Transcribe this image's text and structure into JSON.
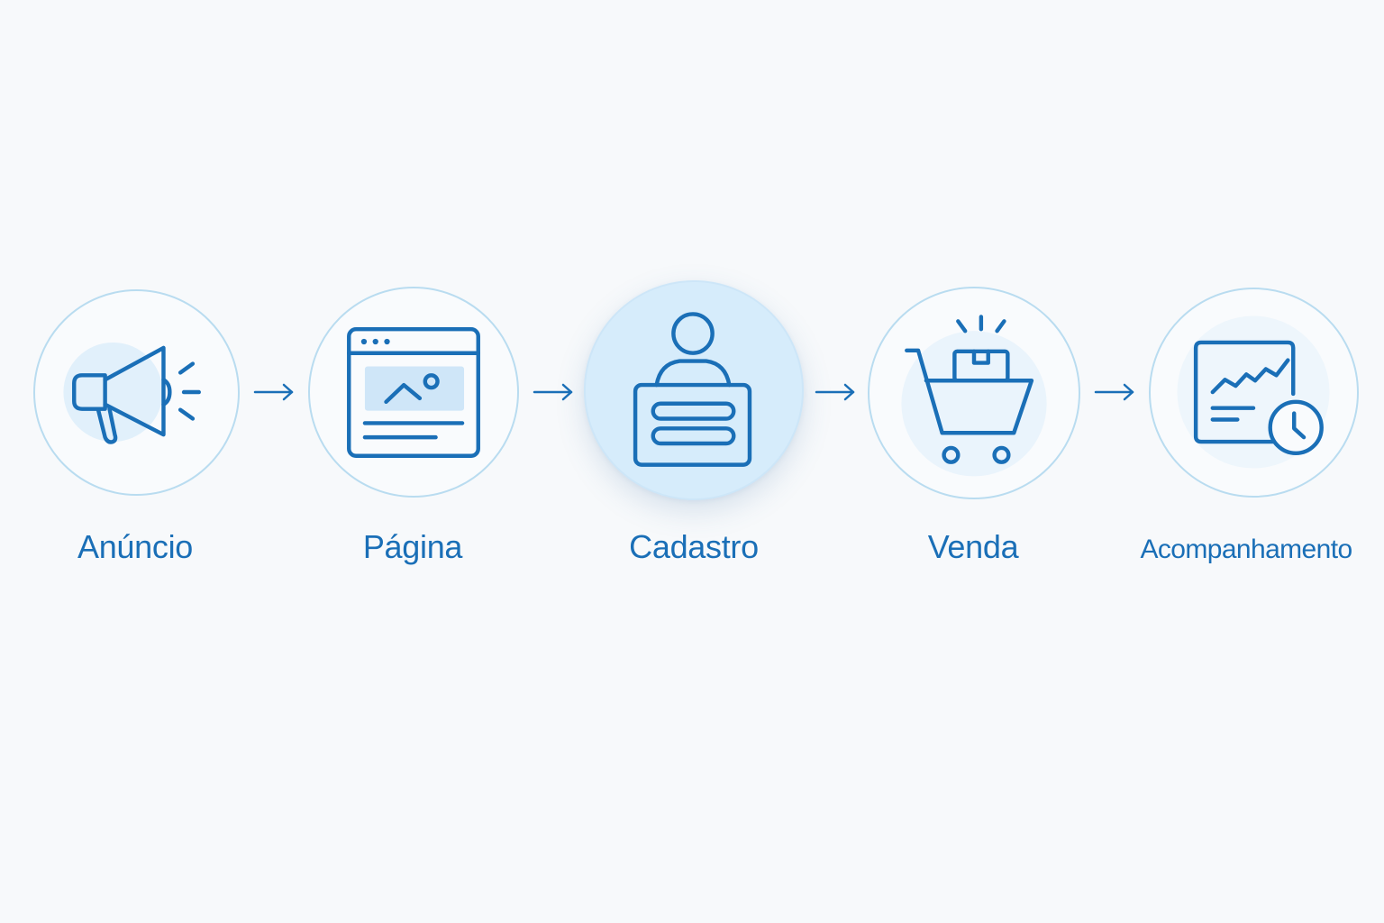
{
  "accent_color": "#1a6fb7",
  "steps": [
    {
      "label": "Anúncio",
      "icon": "megaphone-icon"
    },
    {
      "label": "Página",
      "icon": "web-page-icon"
    },
    {
      "label": "Cadastro",
      "icon": "registration-form-icon"
    },
    {
      "label": "Venda",
      "icon": "shopping-cart-icon"
    },
    {
      "label": "Acompanhamento",
      "icon": "analytics-clock-icon"
    }
  ],
  "arrow_icon": "right-arrow-icon"
}
